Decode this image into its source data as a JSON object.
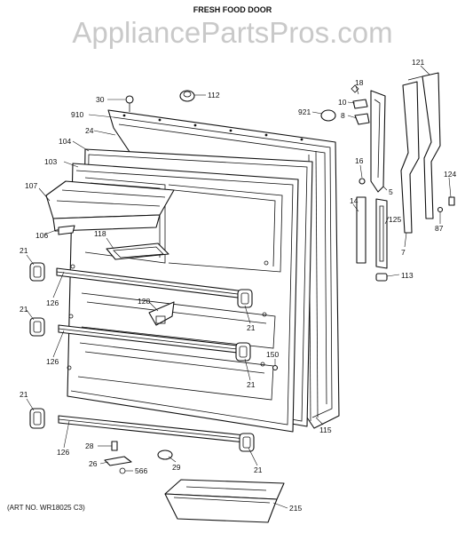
{
  "diagram": {
    "title": "FRESH FOOD DOOR",
    "watermark": "AppliancePartsPros.com",
    "art_number": "(ART NO. WR18025 C3)",
    "callouts": [
      {
        "id": "c30",
        "text": "30"
      },
      {
        "id": "c112",
        "text": "112"
      },
      {
        "id": "c910",
        "text": "910"
      },
      {
        "id": "c24",
        "text": "24"
      },
      {
        "id": "c104",
        "text": "104"
      },
      {
        "id": "c103",
        "text": "103"
      },
      {
        "id": "c107",
        "text": "107"
      },
      {
        "id": "c106",
        "text": "106"
      },
      {
        "id": "c118",
        "text": "118"
      },
      {
        "id": "c21a",
        "text": "21"
      },
      {
        "id": "c126a",
        "text": "126"
      },
      {
        "id": "c21b",
        "text": "21"
      },
      {
        "id": "c126b",
        "text": "126"
      },
      {
        "id": "c21c",
        "text": "21"
      },
      {
        "id": "c126c",
        "text": "126"
      },
      {
        "id": "c128",
        "text": "128"
      },
      {
        "id": "c21d",
        "text": "21"
      },
      {
        "id": "c21e",
        "text": "21"
      },
      {
        "id": "c21f",
        "text": "21"
      },
      {
        "id": "c150",
        "text": "150"
      },
      {
        "id": "c28",
        "text": "28"
      },
      {
        "id": "c26",
        "text": "26"
      },
      {
        "id": "c566",
        "text": "566"
      },
      {
        "id": "c29",
        "text": "29"
      },
      {
        "id": "c215",
        "text": "215"
      },
      {
        "id": "c115",
        "text": "115"
      },
      {
        "id": "c18",
        "text": "18"
      },
      {
        "id": "c10",
        "text": "10"
      },
      {
        "id": "c921",
        "text": "921"
      },
      {
        "id": "c8",
        "text": "8"
      },
      {
        "id": "c16",
        "text": "16"
      },
      {
        "id": "c5",
        "text": "5"
      },
      {
        "id": "c14",
        "text": "14"
      },
      {
        "id": "c125",
        "text": "125"
      },
      {
        "id": "c7",
        "text": "7"
      },
      {
        "id": "c121",
        "text": "121"
      },
      {
        "id": "c124",
        "text": "124"
      },
      {
        "id": "c87",
        "text": "87"
      },
      {
        "id": "c113",
        "text": "113"
      }
    ]
  }
}
